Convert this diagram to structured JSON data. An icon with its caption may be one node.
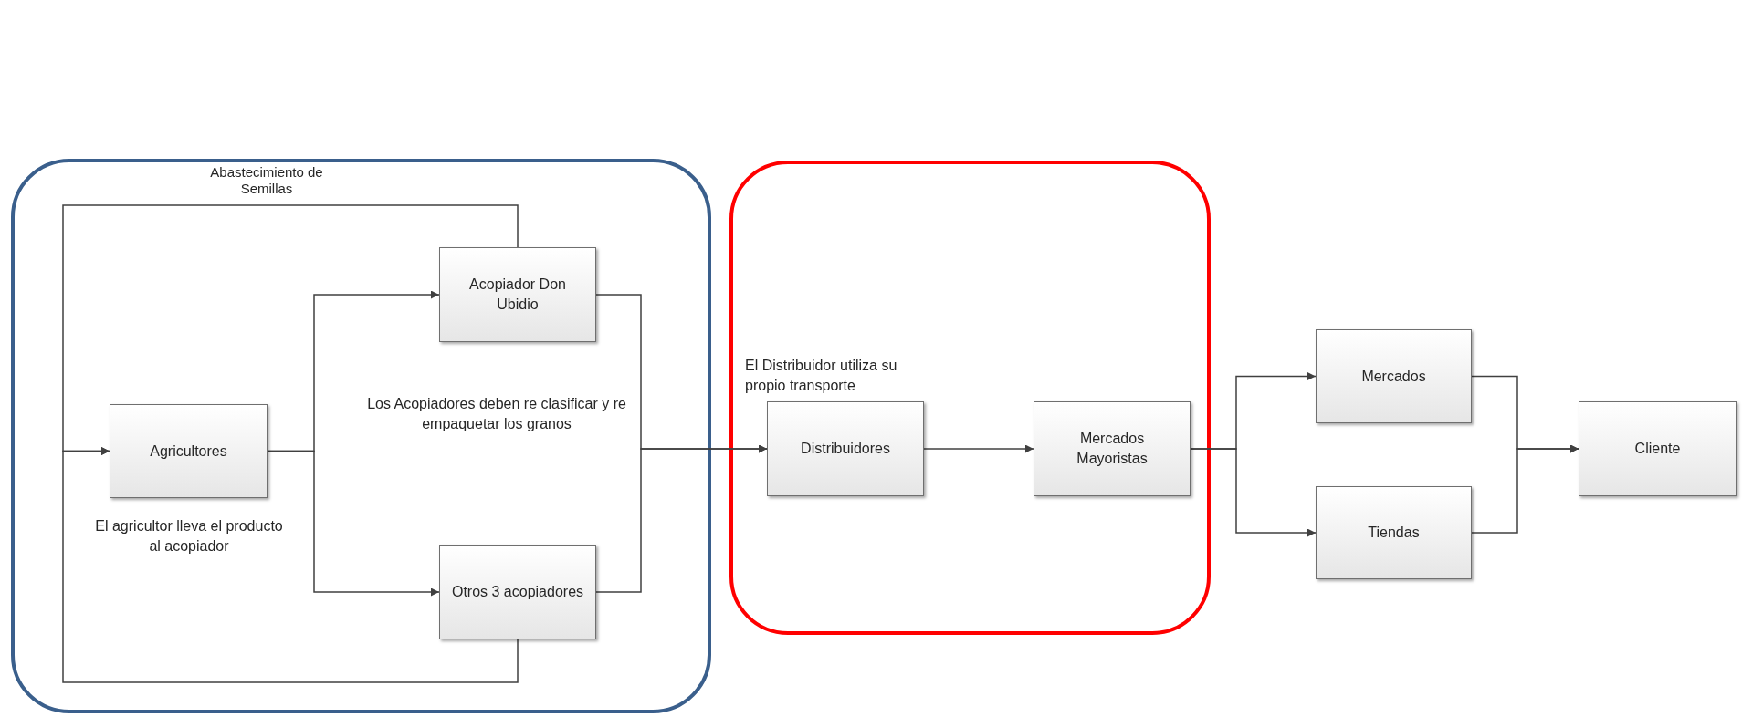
{
  "diagram": {
    "nodes": [
      {
        "text": [],
        "shape": "box"
      },
      {
        "text": [
          "Acopiador Don Ubidio"
        ],
        "in": 0
      },
      {
        "text": [
          "Agricultores"
        ],
        "in": 0,
        "beside": [
          "El agricultor lleva el producto al acopiador"
        ]
      },
      {
        "text": [
          "Otros 3 acopiadores"
        ],
        "in": 0
      },
      {
        "text": [],
        "shape": "box"
      },
      {
        "text": [
          "Distribuidores"
        ],
        "in": 4,
        "beside": [
          "El Distribuidor utiliza su propio transporte"
        ]
      },
      {
        "text": [
          "Mercados Mayoristas"
        ],
        "in": 4
      },
      {
        "text": [
          "Mercados"
        ]
      },
      {
        "text": [
          "Tiendas"
        ]
      },
      {
        "text": [
          "Cliente"
        ]
      }
    ],
    "edges": [
      {
        "from": 1,
        "to": 2,
        "arrow": "to",
        "label": "Abastecimiento de Semillas"
      },
      {
        "from": 3,
        "to": 2,
        "arrow": "to"
      },
      {
        "from": 2,
        "to": 1,
        "arrow": "to"
      },
      {
        "from": 2,
        "to": 3,
        "arrow": "to"
      },
      {
        "from": 1,
        "to": 5,
        "arrow": "to"
      },
      {
        "from": 3,
        "to": 5,
        "arrow": "to"
      },
      {
        "from": 5,
        "to": 6,
        "arrow": "to"
      },
      {
        "from": 6,
        "to": 7,
        "arrow": "to"
      },
      {
        "from": 6,
        "to": 8,
        "arrow": "to"
      },
      {
        "from": 7,
        "to": 9,
        "arrow": "to"
      },
      {
        "from": 8,
        "to": 9,
        "arrow": "to"
      }
    ],
    "labels": [
      "Los Acopiadores deben re clasificar y re empaquetar los granos"
    ]
  }
}
